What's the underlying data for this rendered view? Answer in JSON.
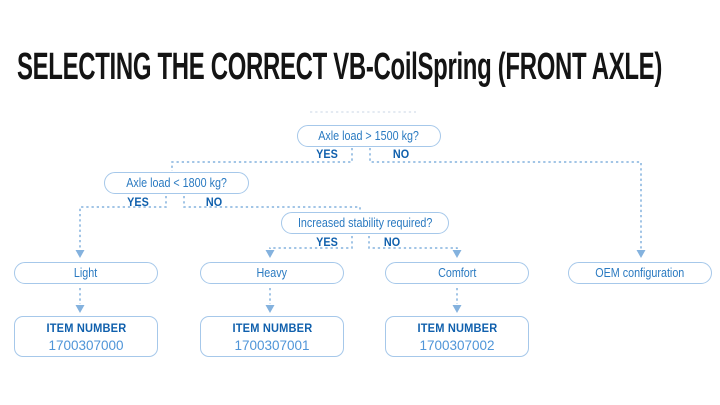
{
  "title": "SELECTING THE CORRECT VB-CoilSpring (FRONT AXLE)",
  "colors": {
    "background": "#ffffff",
    "title_text": "#141414",
    "box_border": "#a6c8ea",
    "box_text": "#2a7ac1",
    "yes_no_text": "#1060ad",
    "connector": "#84b2de",
    "item_number_label": "#1060ad",
    "item_number_value": "#4f95d8"
  },
  "flowchart": {
    "decisions": [
      {
        "question": "Axle load > 1500 kg?",
        "yes_label": "YES",
        "no_label": "NO"
      },
      {
        "question": "Axle load < 1800 kg?",
        "yes_label": "YES",
        "no_label": "NO"
      },
      {
        "question": "Increased stability required?",
        "yes_label": "YES",
        "no_label": "NO"
      }
    ],
    "outcomes": [
      {
        "label": "Light",
        "item_number_label": "ITEM NUMBER",
        "item_number": "1700307000"
      },
      {
        "label": "Heavy",
        "item_number_label": "ITEM NUMBER",
        "item_number": "1700307001"
      },
      {
        "label": "Comfort",
        "item_number_label": "ITEM NUMBER",
        "item_number": "1700307002"
      },
      {
        "label": "OEM configuration"
      }
    ]
  }
}
